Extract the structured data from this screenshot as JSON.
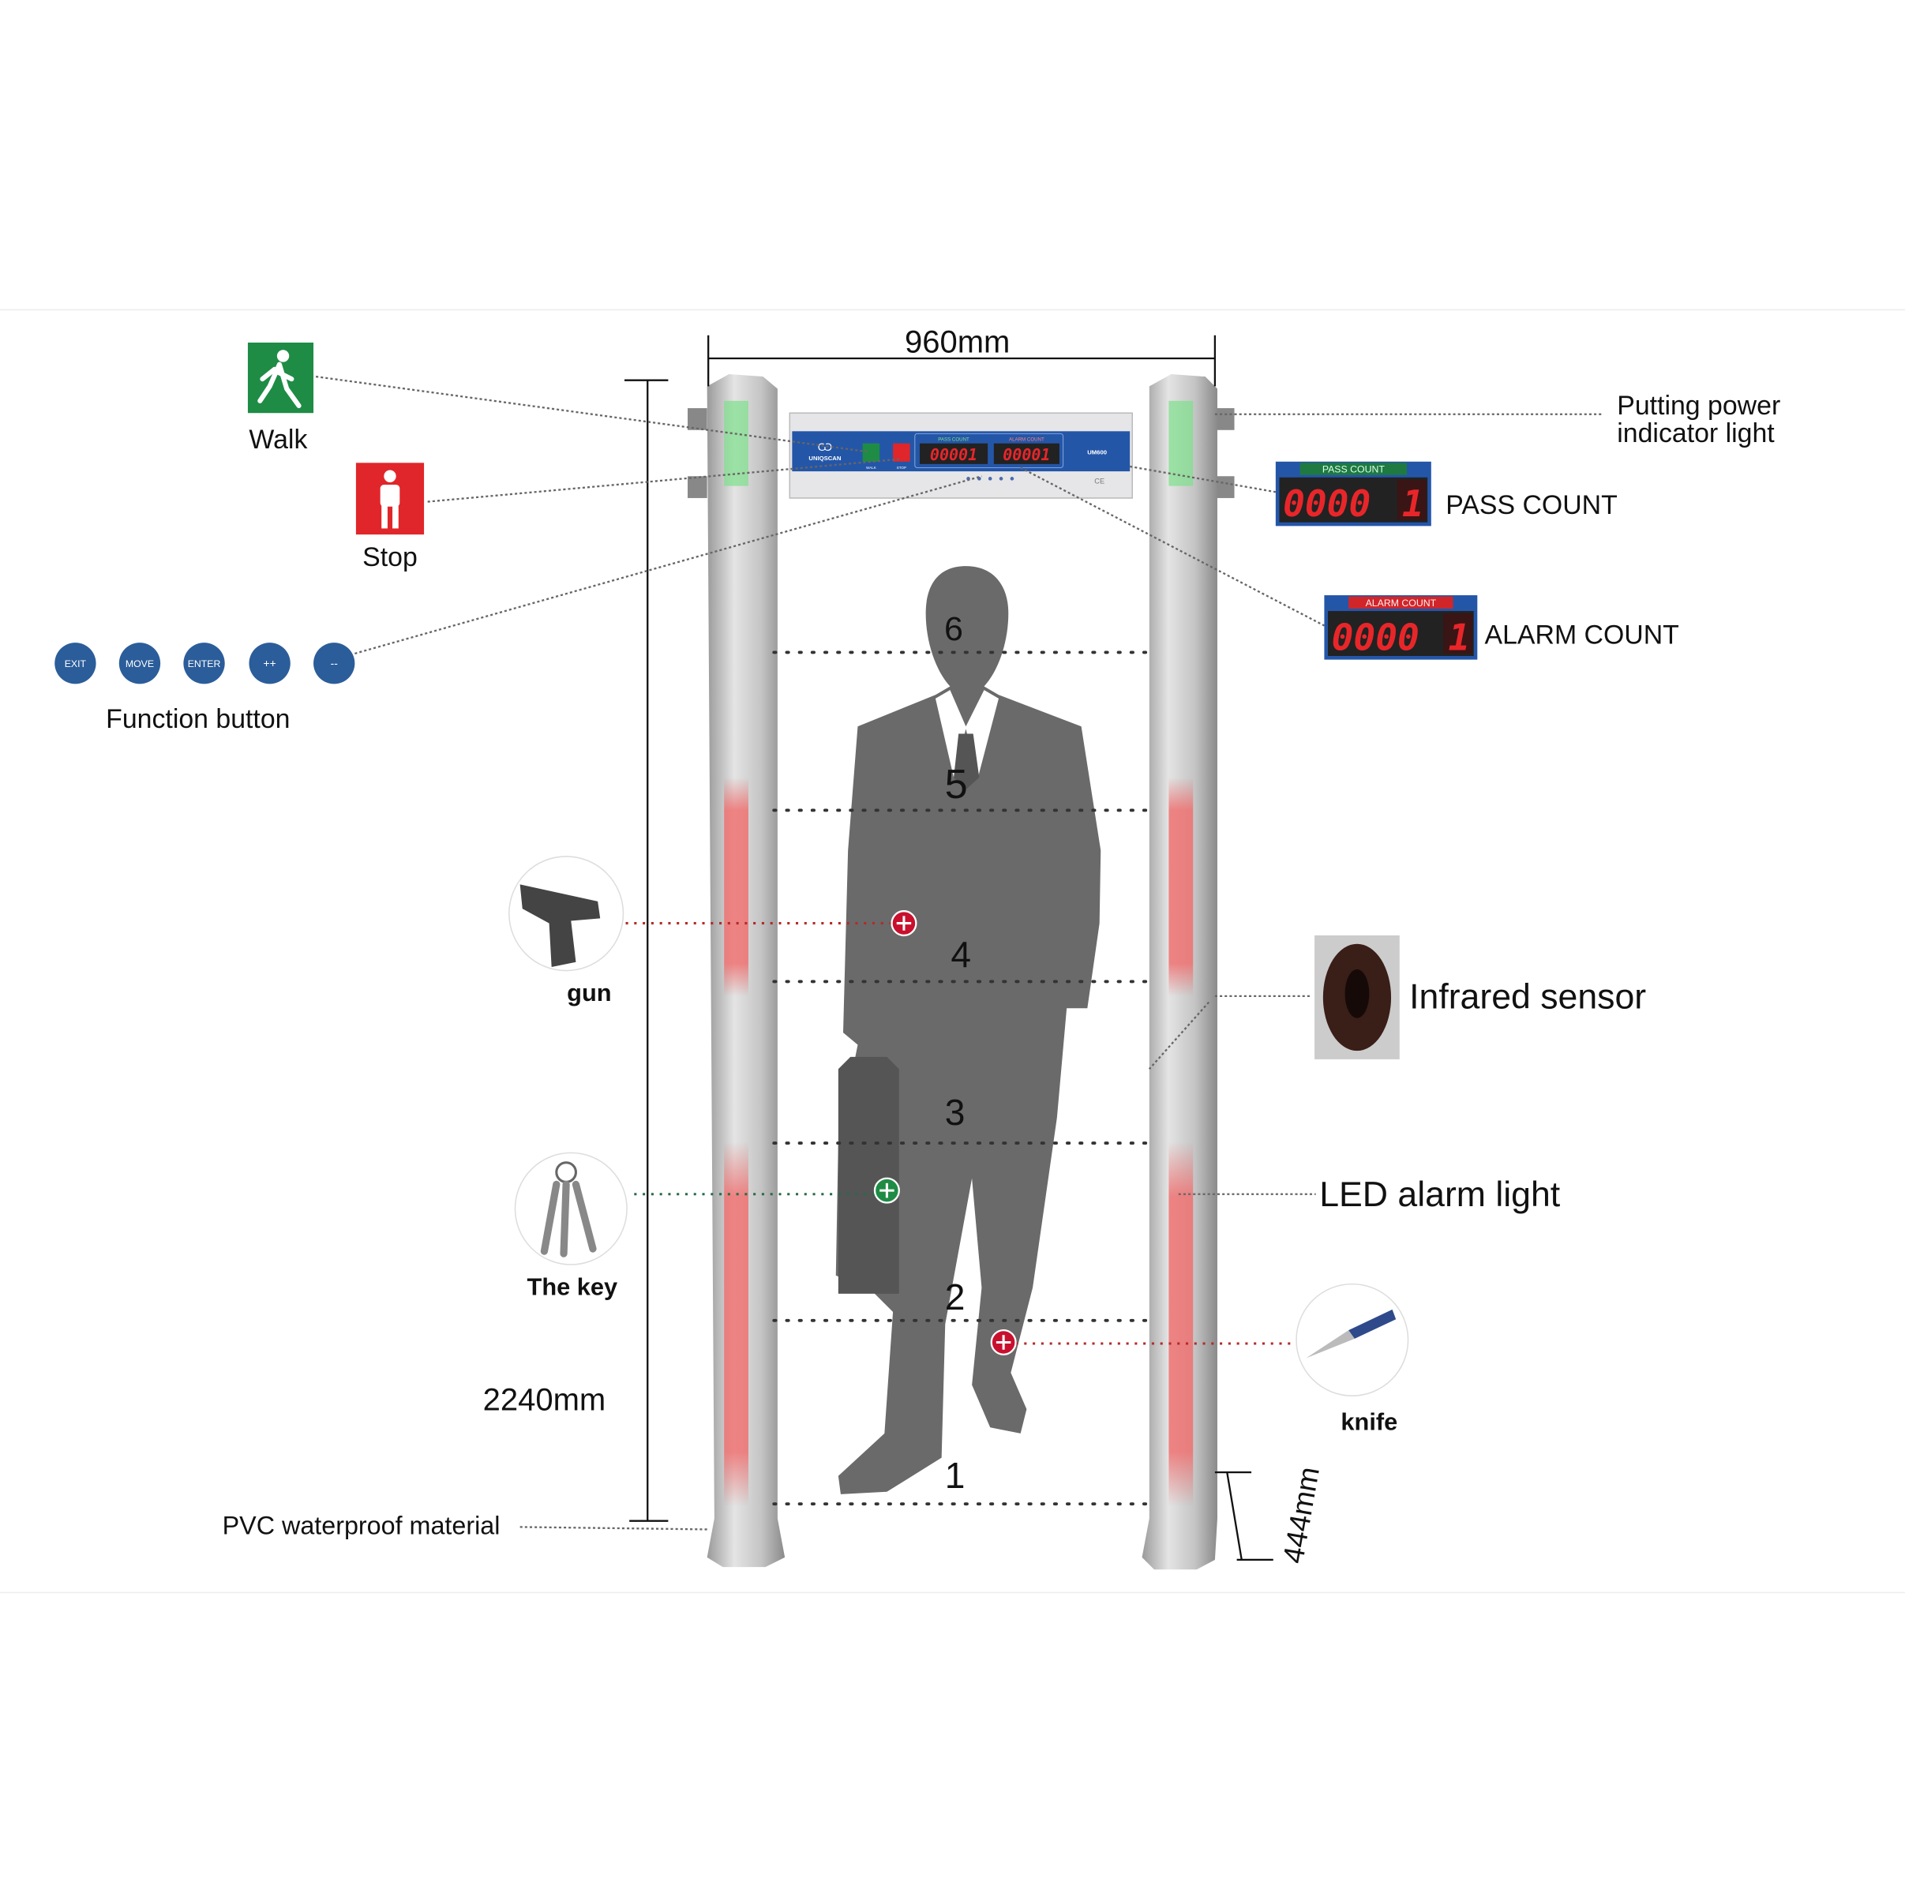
{
  "dimensions": {
    "width": "960mm",
    "height": "2240mm",
    "bottom": "444mm"
  },
  "icons": {
    "walk": {
      "label": "Walk",
      "icon": "walking-person-icon",
      "color": "#1e8c45"
    },
    "stop": {
      "label": "Stop",
      "icon": "standing-person-icon",
      "color": "#e0262a"
    }
  },
  "function_buttons": {
    "label": "Function button",
    "buttons": [
      "EXIT",
      "MOVE",
      "ENTER",
      "++",
      "--"
    ],
    "color": "#2b5d9a"
  },
  "power_light": {
    "label_line1": "Putting power",
    "label_line2": "indicator light"
  },
  "pass_count": {
    "header": "PASS COUNT",
    "digits": "0000",
    "last_digit": "1",
    "label": "PASS COUNT"
  },
  "alarm_count": {
    "header": "ALARM COUNT",
    "digits": "0000",
    "last_digit": "1",
    "label": "ALARM COUNT"
  },
  "panel": {
    "brand": "UNIQSCAN",
    "model": "UM600",
    "walk": "WALK",
    "stop": "STOP",
    "pass_header": "PASS COUNT",
    "alarm_header": "ALARM COUNT",
    "pass_value": "00001",
    "alarm_value": "00001",
    "ce": "CE"
  },
  "zones": [
    "6",
    "5",
    "4",
    "3",
    "2",
    "1"
  ],
  "items": {
    "gun": "gun",
    "key": "The key",
    "knife": "knife"
  },
  "sensor": {
    "infrared": "Infrared sensor",
    "led": "LED alarm light"
  },
  "material": "PVC waterproof material"
}
